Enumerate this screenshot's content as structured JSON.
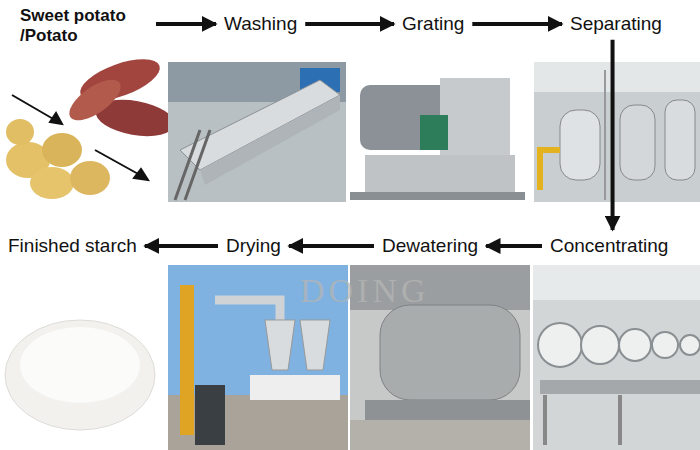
{
  "diagram": {
    "nodes": [
      {
        "text": [
          "Sweet potato /Potato"
        ]
      },
      {
        "text": [
          "Washing"
        ]
      },
      {
        "text": [
          "Grating"
        ]
      },
      {
        "text": [
          "Separating"
        ]
      },
      {
        "text": [
          "Concentrating"
        ]
      },
      {
        "text": [
          "Dewatering"
        ]
      },
      {
        "text": [
          "Drying"
        ]
      },
      {
        "text": [
          "Finished starch"
        ]
      }
    ],
    "edges": [
      {
        "from": 0,
        "to": 1,
        "arrow": "to"
      },
      {
        "from": 1,
        "to": 2,
        "arrow": "to"
      },
      {
        "from": 2,
        "to": 3,
        "arrow": "to"
      },
      {
        "from": 3,
        "to": 4,
        "arrow": "to"
      },
      {
        "from": 4,
        "to": 5,
        "arrow": "to"
      },
      {
        "from": 5,
        "to": 6,
        "arrow": "to"
      },
      {
        "from": 6,
        "to": 7,
        "arrow": "to"
      }
    ],
    "labels": [
      "DOING"
    ]
  }
}
